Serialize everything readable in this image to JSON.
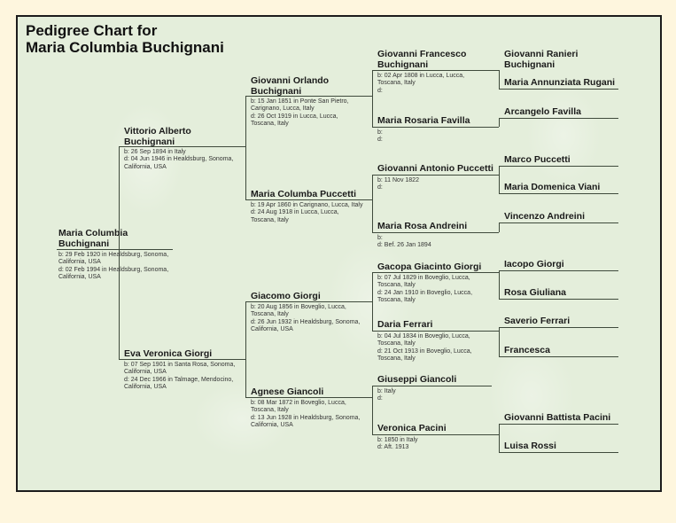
{
  "title": {
    "line1": "Pedigree Chart for",
    "line2": "Maria Columbia Buchignani"
  },
  "colors": {
    "page_bg": "#fef6de",
    "chart_bg": "#e4eedb",
    "border": "#1c1c1c",
    "line": "#3f4a3c"
  },
  "persons": {
    "p1": {
      "name1": "Maria Columbia",
      "name2": "Buchignani",
      "b": "b: 29 Feb 1920 in Healdsburg, Sonoma,",
      "b2": "California, USA",
      "d": "d: 02 Feb 1994 in Healdsburg, Sonoma,",
      "d2": "California, USA"
    },
    "p2": {
      "name1": "Vittorio Alberto",
      "name2": "Buchignani",
      "b": "b: 26 Sep 1894 in Italy",
      "d": "d: 04 Jun 1946 in Healdsburg, Sonoma,",
      "d2": "California, USA"
    },
    "p3": {
      "name": "Eva Veronica Giorgi",
      "b": "b: 07 Sep 1901 in Santa Rosa, Sonoma,",
      "b2": "California, USA",
      "d": "d: 24 Dec 1966 in Talmage, Mendocino,",
      "d2": "California, USA"
    },
    "p4": {
      "name1": "Giovanni Orlando",
      "name2": "Buchignani",
      "b": "b: 15 Jan 1851 in Ponte San Pietro,",
      "b2": "Carignano, Lucca, Italy",
      "d": "d: 26 Oct 1919 in Lucca, Lucca,",
      "d2": "Toscana, Italy"
    },
    "p5": {
      "name": "Maria Columba Puccetti",
      "b": "b: 19 Apr 1860 in Carignano, Lucca, Italy",
      "d": "d: 24 Aug 1918 in Lucca, Lucca,",
      "d2": "Toscana, Italy"
    },
    "p6": {
      "name": "Giacomo Giorgi",
      "b": "b: 20 Aug 1856 in Boveglio, Lucca,",
      "b2": "Toscana, Italy",
      "d": "d: 26 Jun 1932 in Healdsburg, Sonoma,",
      "d2": "California, USA"
    },
    "p7": {
      "name": "Agnese Giancoli",
      "b": "b: 08 Mar 1872 in Boveglio, Lucca,",
      "b2": "Toscana, Italy",
      "d": "d: 13 Jun 1928 in Healdsburg, Sonoma,",
      "d2": "California, USA"
    },
    "p8": {
      "name1": "Giovanni Francesco",
      "name2": "Buchignani",
      "b": "b: 02 Apr 1808 in Lucca, Lucca,",
      "b2": "Toscana, Italy",
      "d": "d:"
    },
    "p9": {
      "name": "Maria Rosaria Favilla",
      "b": "b:",
      "d": "d:"
    },
    "p10": {
      "name": "Giovanni Antonio Puccetti",
      "b": "b: 11 Nov 1822",
      "d": "d:"
    },
    "p11": {
      "name": "Maria Rosa Andreini",
      "b": "b:",
      "d": "d: Bef. 26 Jan 1894"
    },
    "p12": {
      "name": "Gacopa Giacinto Giorgi",
      "b": "b: 07 Jul 1829 in Boveglio, Lucca,",
      "b2": "Toscana, Italy",
      "d": "d: 24 Jan 1910 in Boveglio, Lucca,",
      "d2": "Toscana, Italy"
    },
    "p13": {
      "name": "Daria Ferrari",
      "b": "b: 04 Jul 1834 in Boveglio, Lucca,",
      "b2": "Toscana, Italy",
      "d": "d: 21 Oct 1913 in Boveglio, Lucca,",
      "d2": "Toscana, Italy"
    },
    "p14": {
      "name": "Giuseppi Giancoli",
      "b": "b: Italy",
      "d": "d:"
    },
    "p15": {
      "name": "Veronica Pacini",
      "b": "b: 1850 in Italy",
      "d": "d: Aft. 1913"
    },
    "p16": {
      "name1": "Giovanni Ranieri",
      "name2": "Buchignani"
    },
    "p17": {
      "name": "Maria Annunziata Rugani"
    },
    "p18": {
      "name": "Arcangelo Favilla"
    },
    "p20": {
      "name": "Marco Puccetti"
    },
    "p21": {
      "name": "Maria Domenica Viani"
    },
    "p22": {
      "name": "Vincenzo Andreini"
    },
    "p24": {
      "name": "Iacopo Giorgi"
    },
    "p25": {
      "name": "Rosa Giuliana"
    },
    "p26": {
      "name": "Saverio Ferrari"
    },
    "p27": {
      "name": "Francesca"
    },
    "p30": {
      "name": "Giovanni Battista Pacini"
    },
    "p31": {
      "name": "Luisa Rossi"
    }
  }
}
